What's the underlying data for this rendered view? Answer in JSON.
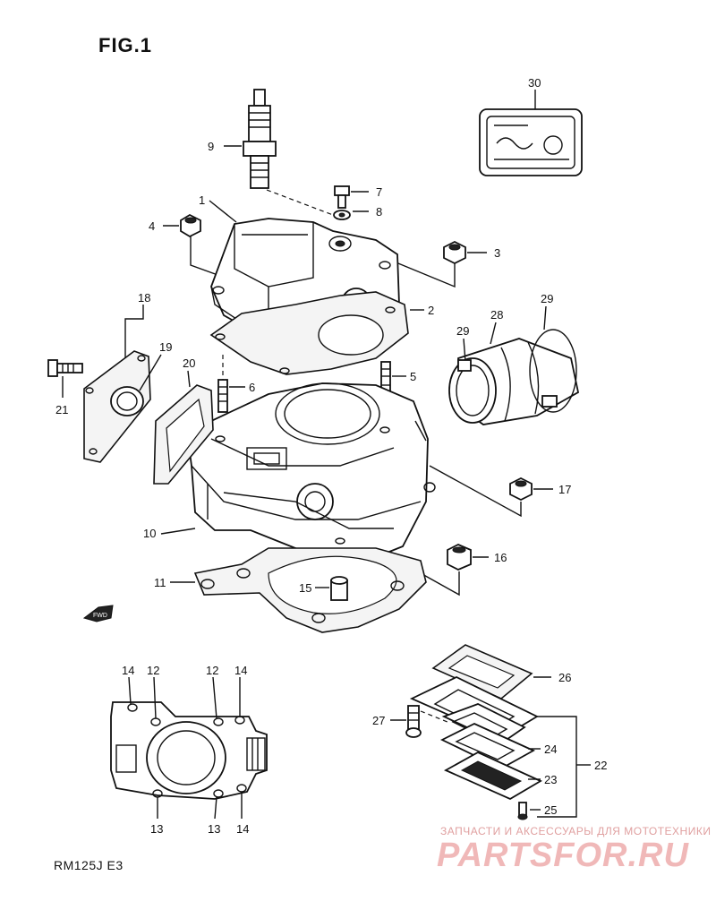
{
  "figure": {
    "title": "FIG.1",
    "model": "RM125J  E3"
  },
  "watermark": {
    "top": "ЗАПЧАСТИ И АКСЕССУАРЫ ДЛЯ МОТОТЕХНИКИ",
    "brand": "PARTSFOR.RU"
  },
  "callouts": {
    "c1": "1",
    "c2": "2",
    "c3": "3",
    "c4": "4",
    "c5": "5",
    "c6": "6",
    "c7": "7",
    "c8": "8",
    "c9": "9",
    "c10": "10",
    "c11": "11",
    "c15": "15",
    "c16": "16",
    "c17": "17",
    "c18": "18",
    "c19": "19",
    "c20": "20",
    "c21": "21",
    "c22": "22",
    "c23": "23",
    "c24": "24",
    "c25": "25",
    "c26": "26",
    "c27": "27",
    "c28": "28",
    "c29": "29",
    "c30": "30",
    "b14a": "14",
    "b12a": "12",
    "b12b": "12",
    "b14b": "14",
    "b13a": "13",
    "b13b": "13",
    "b14c": "14"
  },
  "fwd_arrow": "FWD"
}
